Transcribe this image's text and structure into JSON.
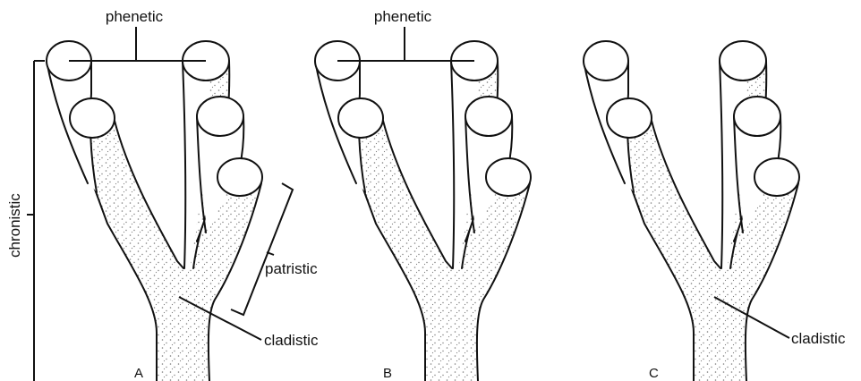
{
  "labels": {
    "phenetic_a": "phenetic",
    "phenetic_b": "phenetic",
    "chronistic": "chronistic",
    "patristic": "patristic",
    "cladistic_a": "cladistic",
    "cladistic_c": "cladistic",
    "panel_a": "A",
    "panel_b": "B",
    "panel_c": "C"
  },
  "colors": {
    "ink": "#111111",
    "background": "#ffffff"
  }
}
